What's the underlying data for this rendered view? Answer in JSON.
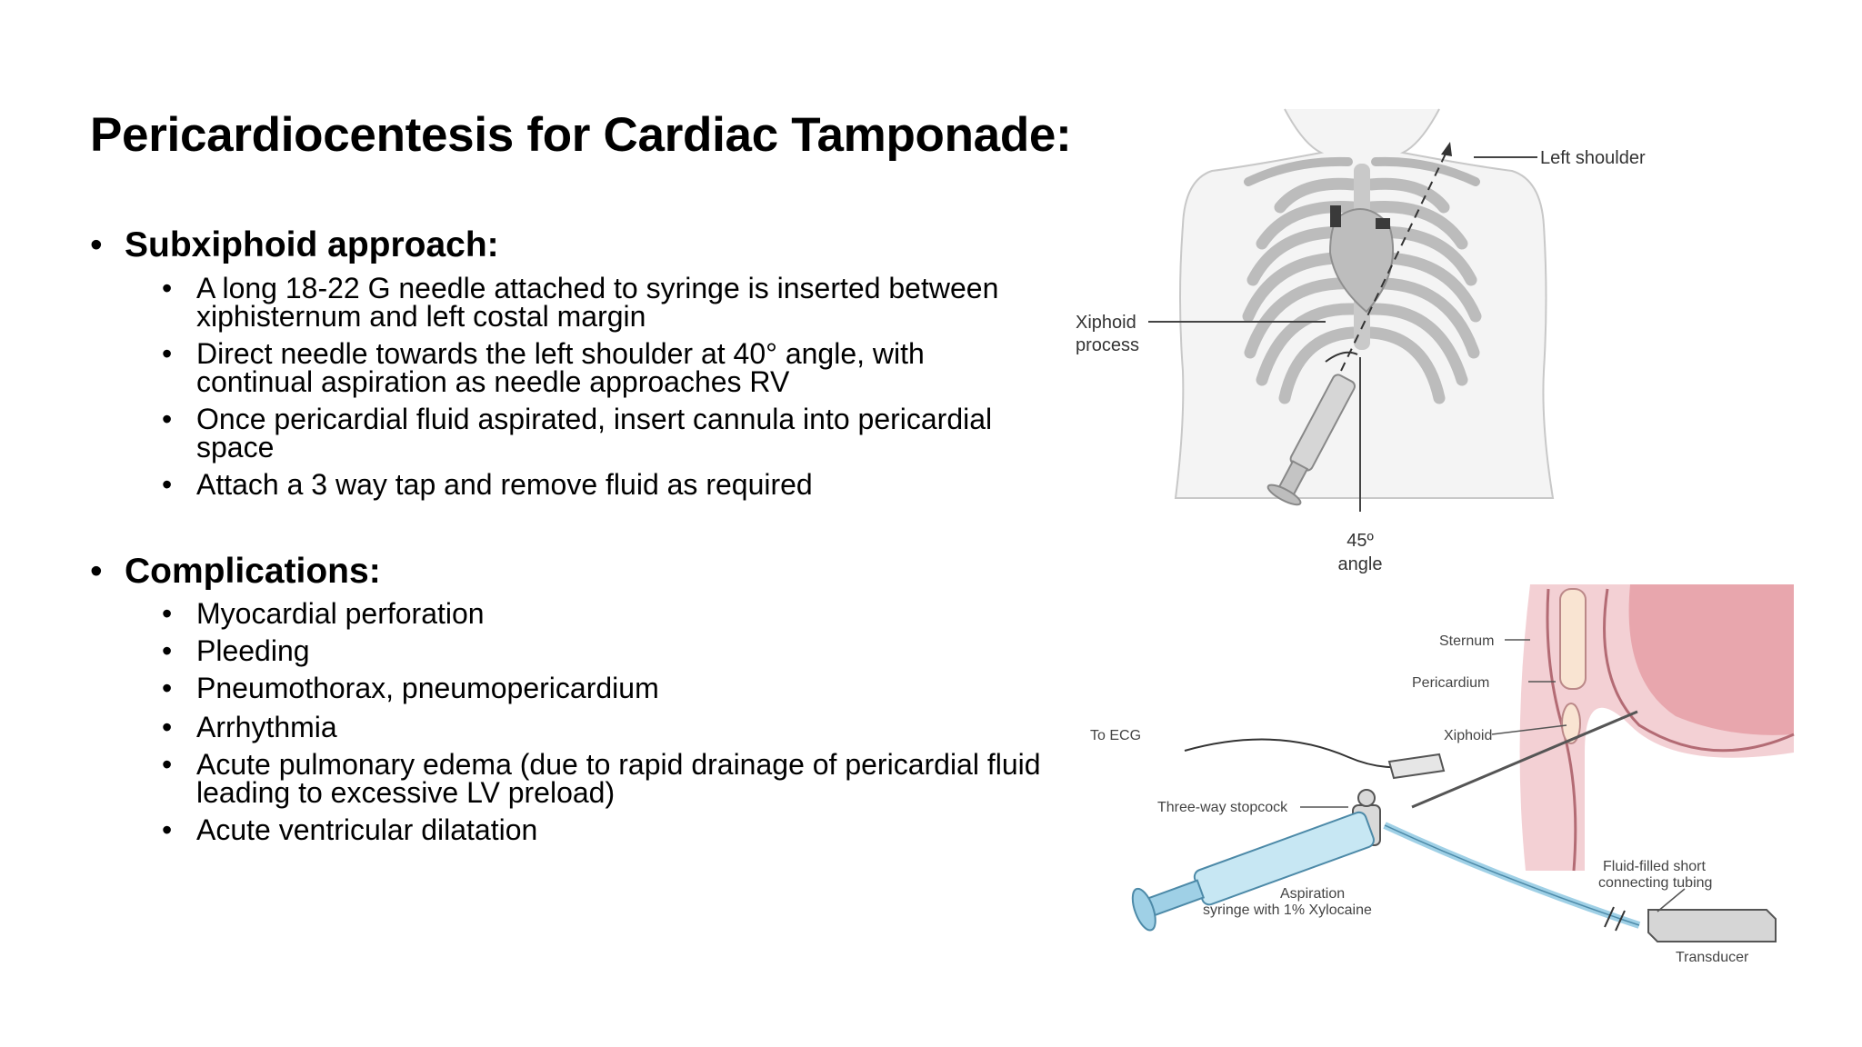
{
  "slide": {
    "title": "Pericardiocentesis for Cardiac Tamponade:",
    "sections": [
      {
        "heading": "Subxiphoid approach:",
        "items": [
          "A long 18-22 G needle attached to syringe is inserted between xiphisternum and left costal margin",
          "Direct needle towards the left shoulder at 40° angle, with continual aspiration as needle approaches RV",
          "Once pericardial fluid aspirated, insert cannula into pericardial space",
          "Attach a 3 way tap and remove fluid as required"
        ]
      },
      {
        "heading": "Complications:",
        "items": [
          "Myocardial perforation",
          "Pleeding",
          "Pneumothorax, pneumopericardium",
          "Arrhythmia",
          "Acute pulmonary edema (due to rapid drainage of pericardial fluid leading to excessive LV preload)",
          "Acute ventricular dilatation"
        ]
      }
    ],
    "bullet": "•"
  },
  "figure_top": {
    "left_shoulder": "Left shoulder",
    "xiphoid_line1": "Xiphoid",
    "xiphoid_line2": "process",
    "angle_value": "45º",
    "angle_word": "angle"
  },
  "figure_bottom": {
    "sternum": "Sternum",
    "pericardium": "Pericardium",
    "to_ecg": "To ECG",
    "xiphoid": "Xiphoid",
    "stopcock": "Three-way stopcock",
    "tubing_line1": "Fluid-filled short",
    "tubing_line2": "connecting tubing",
    "syringe_line1": "Aspiration",
    "syringe_line2": "syringe with 1% Xylocaine",
    "transducer": "Transducer"
  },
  "colors": {
    "text": "#000000",
    "figure_gray": "#8a8a8a",
    "syringe_blue": "#9fd0e6",
    "tissue_pink": "#e8a6ad"
  }
}
